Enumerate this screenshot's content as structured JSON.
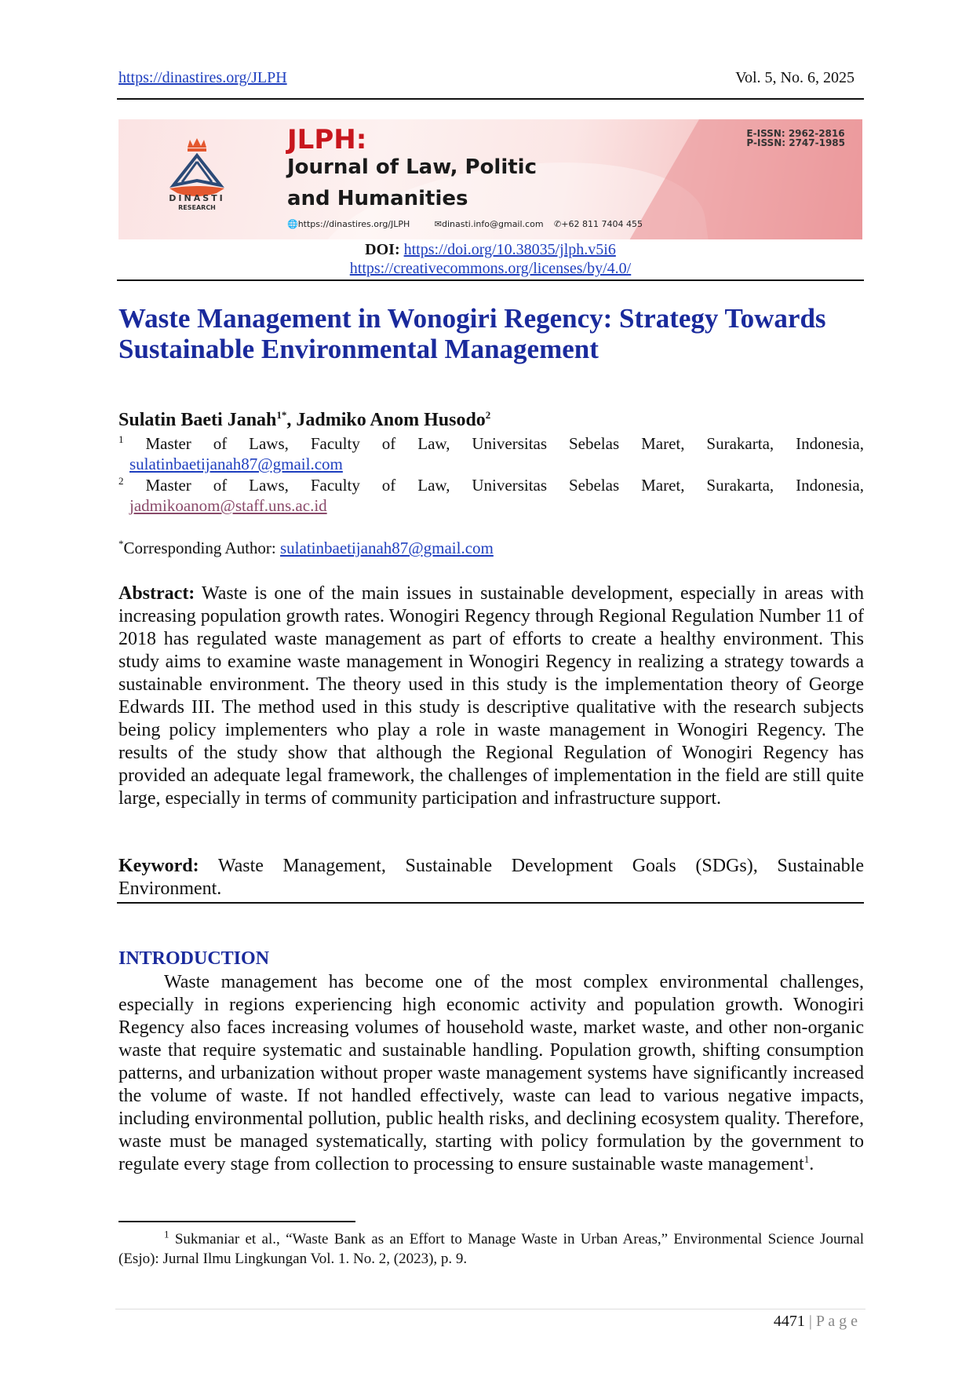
{
  "header": {
    "url": "https://dinastires.org/JLPH",
    "volume": "Vol. 5, No. 6, 2025"
  },
  "banner": {
    "logo_name": "DINASTI",
    "logo_sub": "RESEARCH",
    "journal_abbr": "JLPH:",
    "journal_name_line1": "Journal of Law, Politic",
    "journal_name_line2": "and Humanities",
    "website": "https://dinastires.org/JLPH",
    "email": "dinasti.info@gmail.com",
    "phone": "+62 811 7404 455",
    "e_issn": "E-ISSN: 2962-2816",
    "p_issn": "P-ISSN: 2747-1985"
  },
  "doi_label": "DOI:",
  "doi_url": "https://doi.org/10.38035/jlph.v5i6",
  "license_url": "https://creativecommons.org/licenses/by/4.0/",
  "title_line1": "Waste Management in Wonogiri Regency: Strategy Towards",
  "title_line2": "Sustainable Environmental Management",
  "authors": [
    {
      "name": "Sulatin Baeti Janah",
      "sup": "1*"
    },
    {
      "name": "Jadmiko Anom Husodo",
      "sup": "2"
    }
  ],
  "author_sep": ", ",
  "affiliations": [
    {
      "num": "1",
      "text": "Master of Laws, Faculty of Law, Universitas Sebelas Maret, Surakarta, Indonesia,",
      "email": "sulatinbaetijanah87@gmail.com"
    },
    {
      "num": "2",
      "text": "Master of Laws, Faculty of Law, Universitas Sebelas Maret, Surakarta, Indonesia,",
      "email": "jadmikoanom@staff.uns.ac.id"
    }
  ],
  "corresponding": {
    "mark": "*",
    "label": "Corresponding Author: ",
    "email": "sulatinbaetijanah87@gmail.com"
  },
  "abstract": {
    "label": "Abstract:",
    "text": " Waste is one of the main issues in sustainable development, especially in areas with increasing population growth rates. Wonogiri Regency through Regional Regulation Number 11 of 2018 has regulated waste management as part of efforts to create a healthy environment. This study aims to examine waste management in Wonogiri Regency in realizing a strategy towards a sustainable environment. The theory used in this study is the implementation theory of George Edwards III. The method used in this study is descriptive qualitative with the research subjects being policy implementers who play a role in waste management in Wonogiri Regency. The results of the study show that although the Regional Regulation of Wonogiri Regency has provided an adequate legal framework, the challenges of implementation in the field are still quite large, especially in terms of community participation and infrastructure support."
  },
  "keyword": {
    "label": "Keyword:",
    "text": " Waste Management, Sustainable Development Goals (SDGs), Sustainable Environment."
  },
  "introduction": {
    "heading": "INTRODUCTION",
    "text": "Waste management has become one of the most complex environmental challenges, especially in regions experiencing high economic activity and population growth. Wonogiri Regency also faces increasing volumes of household waste, market waste, and other non-organic waste that require systematic and sustainable handling. Population growth, shifting consumption patterns, and urbanization without proper waste management systems have significantly increased the volume of waste. If not handled effectively, waste can lead to various negative impacts, including environmental pollution, public health risks, and declining ecosystem quality. Therefore, waste must be managed systematically, starting with policy formulation by the government to regulate every stage from collection to processing to ensure sustainable waste management",
    "footnote_ref": "1",
    "end": "."
  },
  "footnote": {
    "num": "1",
    "text": " Sukmaniar et al., “Waste Bank as an Effort to Manage Waste in Urban Areas,” Environmental Science Journal (Esjo): Jurnal Ilmu Lingkungan Vol. 1. No. 2, (2023), p. 9."
  },
  "page": {
    "number": "4471",
    "sep": "|",
    "label": "P a g e"
  },
  "colors": {
    "title": "#1a2a9c",
    "link": "#1f3fbf",
    "jlph_red": "#c8161d"
  }
}
